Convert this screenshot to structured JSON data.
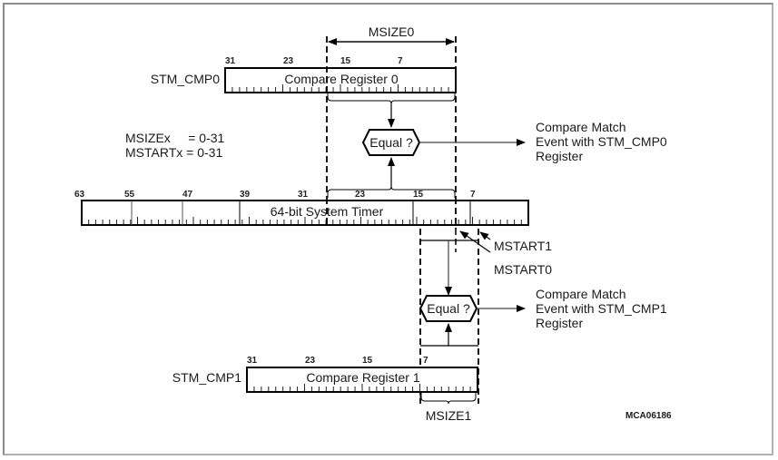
{
  "diagram": {
    "id_label": "MCA06186",
    "legend": {
      "line1": "MSIZEx     = 0-31",
      "line2": "MSTARTx = 0-31"
    },
    "cmp0": {
      "name": "STM_CMP0",
      "title": "Compare Register 0",
      "bits": [
        "31",
        "23",
        "15",
        "7"
      ],
      "size_label": "MSIZE0"
    },
    "timer": {
      "title": "64-bit System Timer",
      "bits": [
        "63",
        "55",
        "47",
        "39",
        "31",
        "23",
        "15",
        "7"
      ]
    },
    "cmp1": {
      "name": "STM_CMP1",
      "title": "Compare Register 1",
      "bits": [
        "31",
        "23",
        "15",
        "7"
      ],
      "size_label": "MSIZE1"
    },
    "equal0": {
      "label": "Equal ?"
    },
    "equal1": {
      "label": "Equal ?"
    },
    "event0": {
      "line1": "Compare Match",
      "line2": "Event with STM_CMP0",
      "line3": "Register"
    },
    "event1": {
      "line1": "Compare Match",
      "line2": "Event with STM_CMP1",
      "line3": "Register"
    },
    "mstart1": "MSTART1",
    "mstart0": "MSTART0"
  }
}
